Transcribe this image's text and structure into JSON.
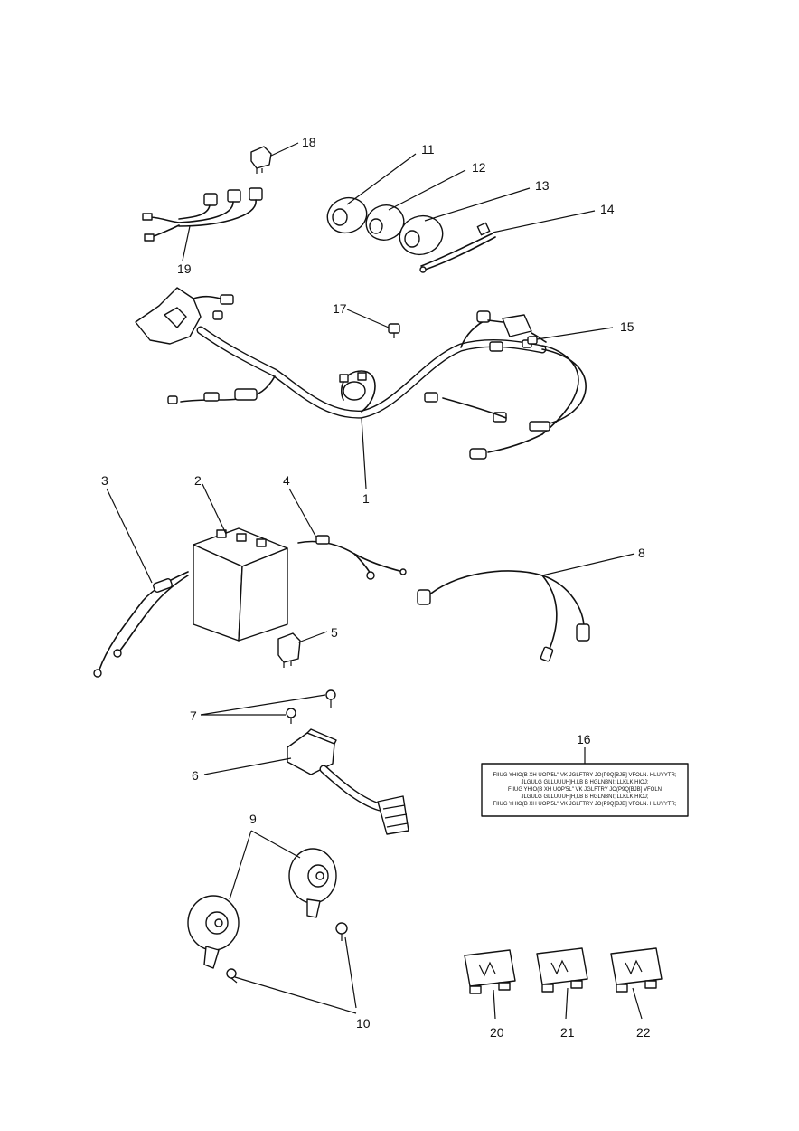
{
  "callouts": {
    "c1": "1",
    "c2": "2",
    "c3": "3",
    "c4": "4",
    "c5": "5",
    "c6": "6",
    "c7": "7",
    "c8": "8",
    "c9": "9",
    "c10": "10",
    "c11": "11",
    "c12": "12",
    "c13": "13",
    "c14": "14",
    "c15": "15",
    "c16": "16",
    "c17": "17",
    "c18": "18",
    "c19": "19",
    "c20": "20",
    "c21": "21",
    "c22": "22"
  },
  "label_16": {
    "lines": [
      "FIIUG YHIO(B XH UOP'5L\" VK JGLFTRY JO(P9Q[BJB] VFOLN. HLUYYTR;",
      "JLGULG GLLUUUH]H,LB B HGLNBNI; LLKLK HIOJ;",
      "FIIUG YHIO(B XH UOP'5L\" VK JGLFTRY JO(P9Q[BJB] VFOLN",
      "JLGULG GLLUUUH]H,LB B HGLNBNI; LLKLK HIOJ;",
      "FIIUG YHIO(B XH UOP'5L\" VK JGLFTRY JO(P9Q[BJB] VFOLN. HLUYYTR;"
    ]
  }
}
